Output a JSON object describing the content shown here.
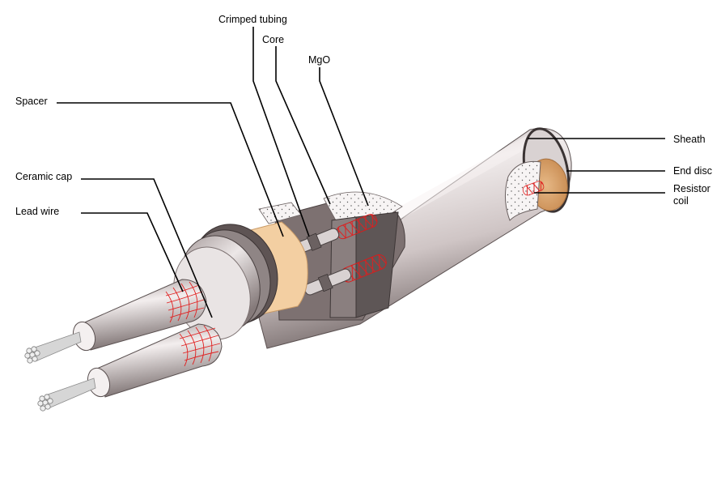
{
  "labels": {
    "crimped_tubing": "Crimped tubing",
    "core": "Core",
    "mgo": "MgO",
    "spacer": "Spacer",
    "ceramic_cap": "Ceramic cap",
    "lead_wire": "Lead wire",
    "sheath": "Sheath",
    "end_disc": "End disc",
    "resistor_coil_line1": "Resistor",
    "resistor_coil_line2": "coil"
  },
  "colors": {
    "sheath_light": "#efeaea",
    "sheath_mid": "#b9aeae",
    "sheath_dark": "#6f6464",
    "spacer": "#f2cfa3",
    "end_disc": "#d9a46c",
    "coil": "#e01818",
    "core_dark": "#5a5252",
    "wire": "#c8c8c8",
    "leader": "#000000"
  }
}
